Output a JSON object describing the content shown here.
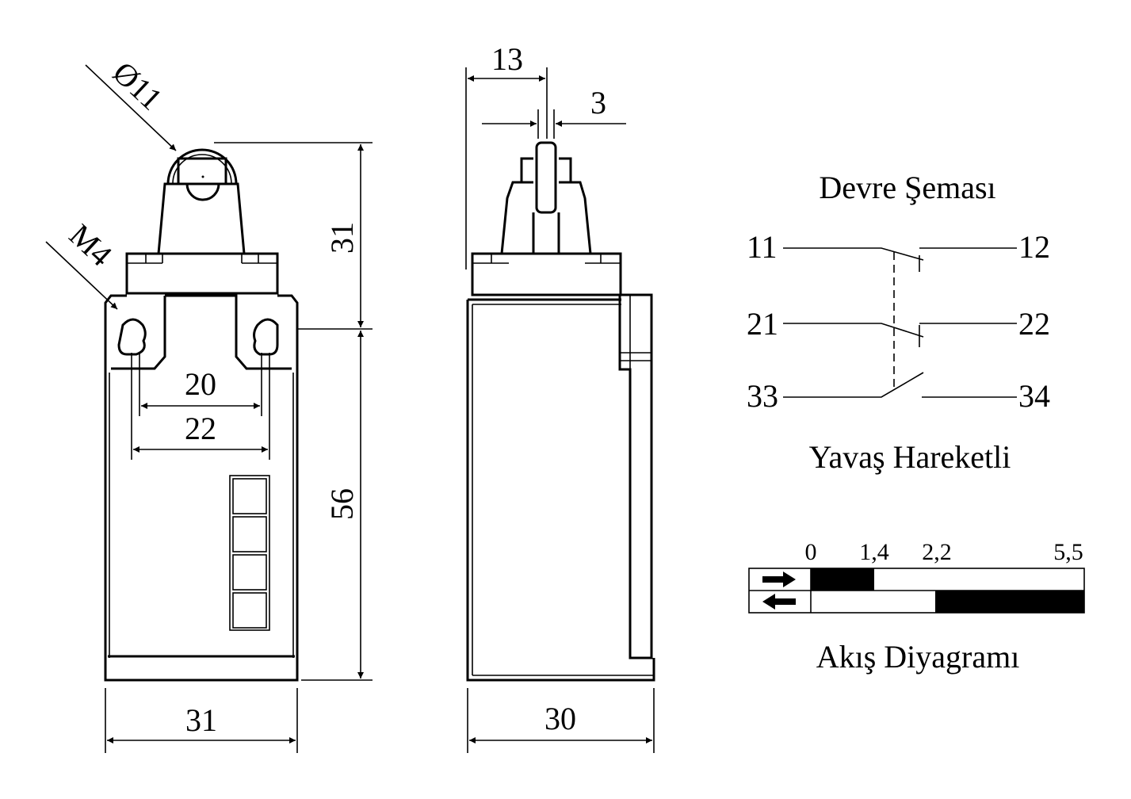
{
  "front_view": {
    "roller_diameter": "Ø11",
    "thread": "M4",
    "height_top": "31",
    "height_body": "56",
    "hole_spacing_inner": "20",
    "hole_spacing_outer": "22",
    "width": "31"
  },
  "side_view": {
    "offset": "13",
    "roller_width": "3",
    "depth": "30"
  },
  "circuit": {
    "title": "Devre Şeması",
    "terminals": [
      "11",
      "12",
      "21",
      "22",
      "33",
      "34"
    ],
    "subtitle": "Yavaş Hareketli"
  },
  "flow_diagram": {
    "title": "Akış Diyagramı",
    "scale_labels": [
      "0",
      "1,4",
      "2,2",
      "5,5"
    ],
    "rows": [
      {
        "direction": "forward",
        "icon": "arrow-right-icon",
        "closed_from": 0,
        "closed_to": 1.4
      },
      {
        "direction": "return",
        "icon": "arrow-left-icon",
        "closed_from": 2.2,
        "closed_to": 5.5
      }
    ],
    "max": 5.5
  }
}
